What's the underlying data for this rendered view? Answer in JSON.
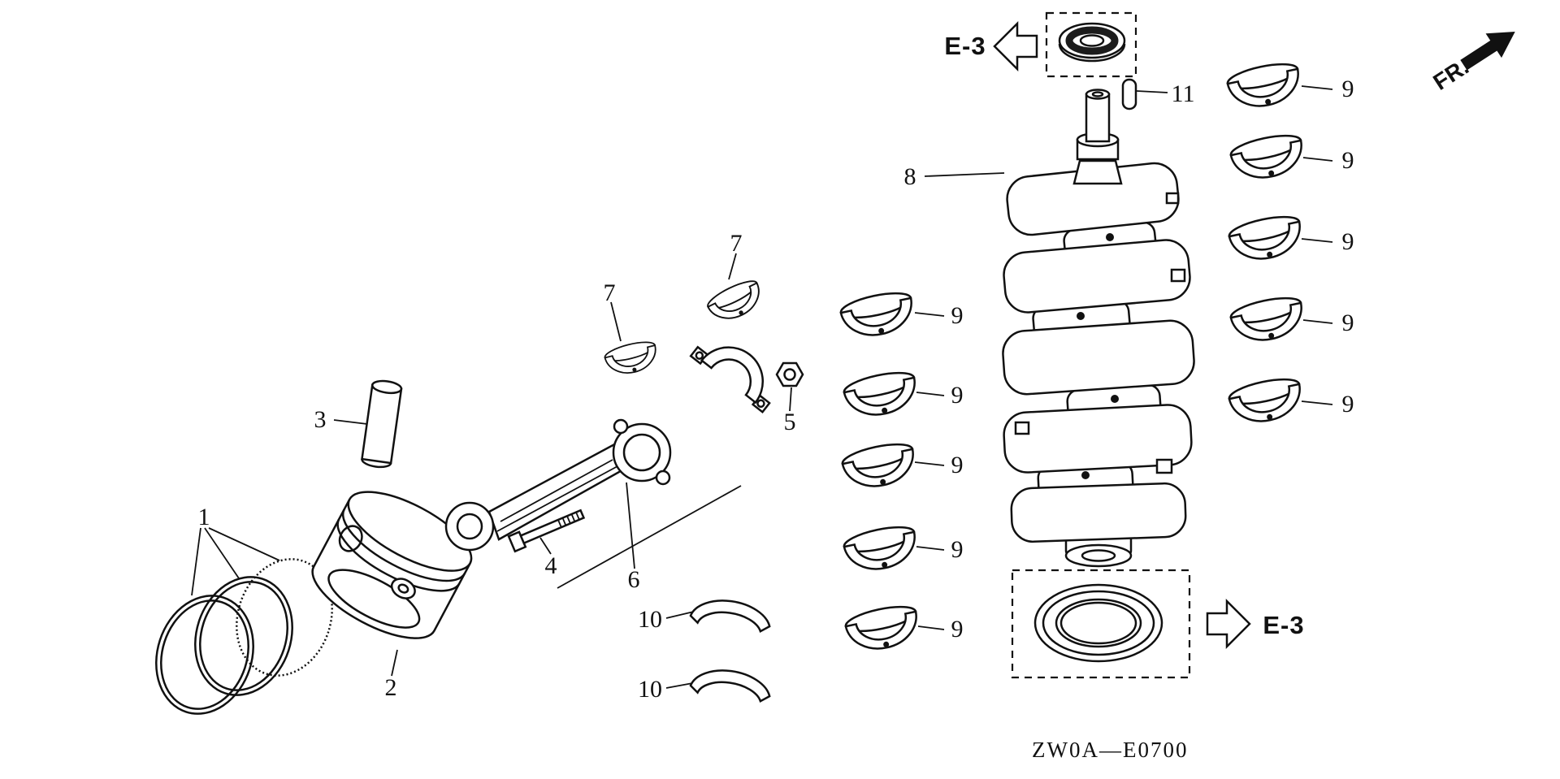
{
  "figure": {
    "code": "ZW0A—E0700",
    "front_label": "FR.",
    "ref_top": "E-3",
    "ref_bottom": "E-3"
  },
  "callouts": [
    "1",
    "2",
    "3",
    "4",
    "5",
    "6",
    "7",
    "7",
    "8",
    "9",
    "9",
    "9",
    "9",
    "9",
    "9",
    "9",
    "9",
    "9",
    "9",
    "10",
    "10",
    "11"
  ]
}
